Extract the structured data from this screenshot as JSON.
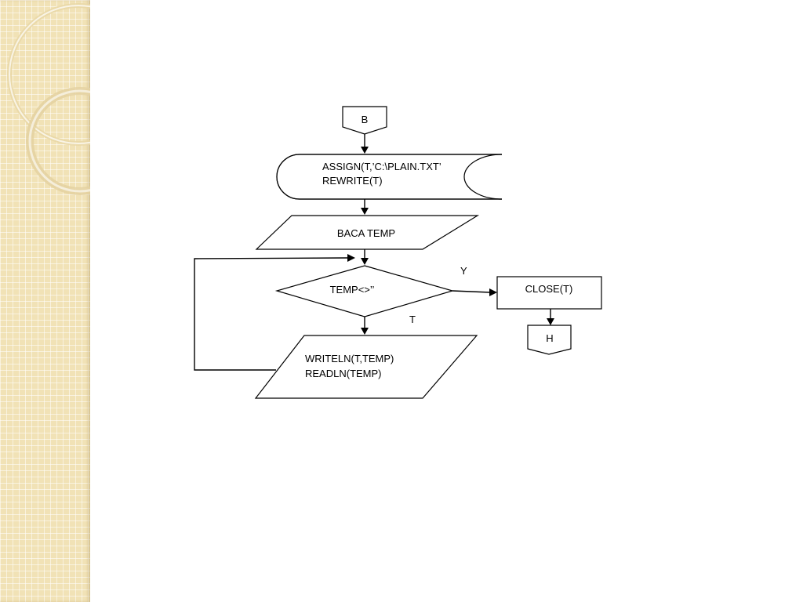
{
  "slide": {
    "accent_color": "#f1e2b6",
    "grid_line_color": "#ffffff",
    "ring_color": "#e7d3a0"
  },
  "flowchart": {
    "connector_start": "B",
    "storage_line1": "ASSIGN(T,’C:\\PLAIN.TXT’",
    "storage_line2": "REWRITE(T)",
    "input_label": "BACA TEMP",
    "decision_label": "TEMP<>’’",
    "yes_label": "Y",
    "no_label": "T",
    "close_label": "CLOSE(T)",
    "connector_end": "H",
    "loop_line1": "WRITELN(T,TEMP)",
    "loop_line2": "READLN(TEMP)"
  }
}
